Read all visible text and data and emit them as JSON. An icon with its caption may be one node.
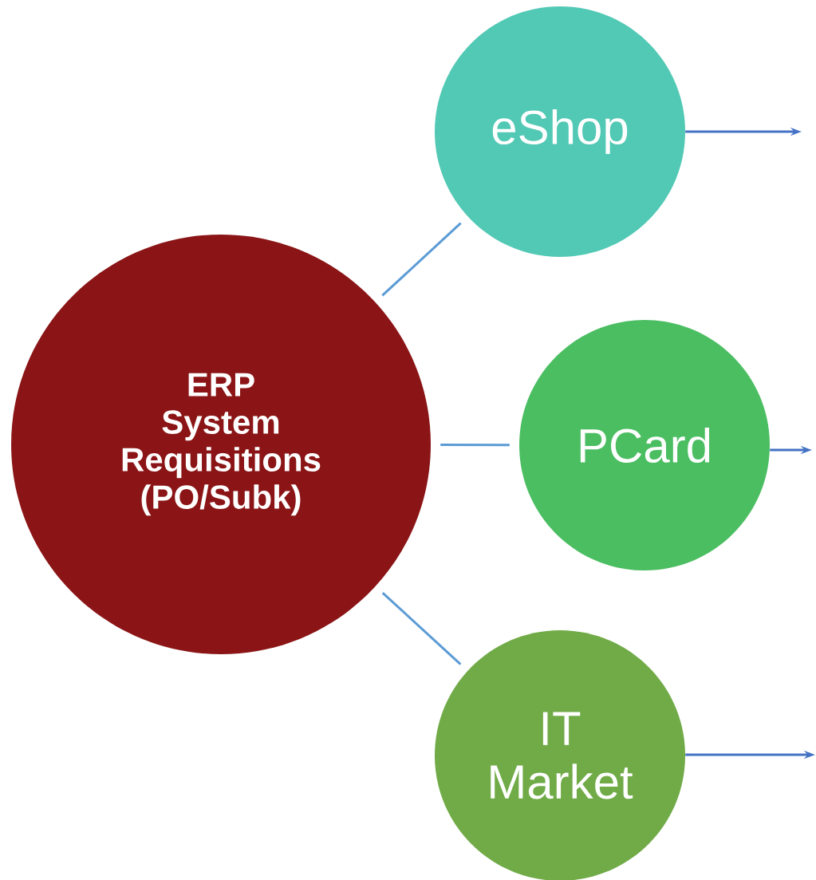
{
  "diagram": {
    "nodes": [
      {
        "text": [
          "ERP System Requisitions (PO/Subk)"
        ]
      },
      {
        "text": [
          "eShop"
        ]
      },
      {
        "text": [
          "PCard"
        ]
      },
      {
        "text": [
          "IT Market"
        ]
      }
    ],
    "edges": [
      {
        "from": 0,
        "to": 1,
        "arrow": "none"
      },
      {
        "from": 0,
        "to": 2,
        "arrow": "none"
      },
      {
        "from": 0,
        "to": 3,
        "arrow": "none"
      },
      {
        "from": 1,
        "to": null,
        "arrow": "to",
        "color": "#4472c4"
      },
      {
        "from": 2,
        "to": null,
        "arrow": "to",
        "color": "#4472c4"
      },
      {
        "from": 3,
        "to": null,
        "arrow": "to",
        "color": "#4472c4"
      }
    ]
  }
}
